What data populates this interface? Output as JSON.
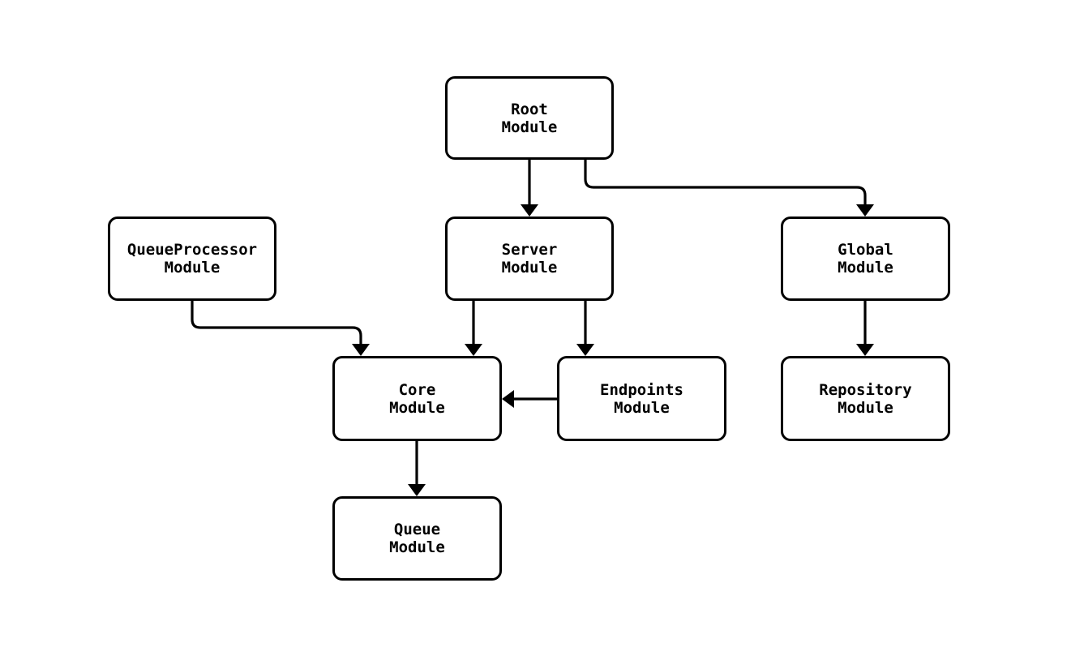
{
  "diagram": {
    "title": "module-dependency-diagram",
    "colors": {
      "background": "#ffffff",
      "node_fill": "#ffffff",
      "node_border": "#000000",
      "edge_stroke": "#000000",
      "text": "#000000"
    },
    "nodes": [
      {
        "id": "root",
        "label": "Root\nModule"
      },
      {
        "id": "queueprocessor",
        "label": "QueueProcessor\nModule"
      },
      {
        "id": "server",
        "label": "Server\nModule"
      },
      {
        "id": "global",
        "label": "Global\nModule"
      },
      {
        "id": "core",
        "label": "Core\nModule"
      },
      {
        "id": "endpoints",
        "label": "Endpoints\nModule"
      },
      {
        "id": "repository",
        "label": "Repository\nModule"
      },
      {
        "id": "queue",
        "label": "Queue\nModule"
      }
    ],
    "edges": [
      {
        "from": "root",
        "to": "server"
      },
      {
        "from": "root",
        "to": "global"
      },
      {
        "from": "queueprocessor",
        "to": "core"
      },
      {
        "from": "server",
        "to": "core"
      },
      {
        "from": "server",
        "to": "endpoints"
      },
      {
        "from": "endpoints",
        "to": "core"
      },
      {
        "from": "global",
        "to": "repository"
      },
      {
        "from": "core",
        "to": "queue"
      }
    ]
  }
}
